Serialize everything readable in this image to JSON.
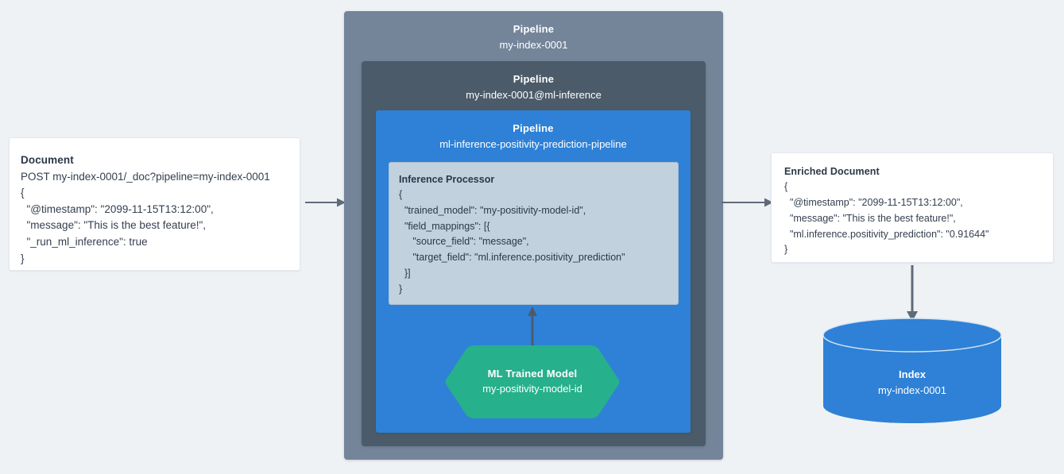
{
  "canvas": {
    "background": "#eff2f5",
    "arrow_color": "#5f6b7a"
  },
  "source_document": {
    "title": "Document",
    "lines": [
      "POST my-index-0001/_doc?pipeline=my-index-0001",
      "{",
      "  \"@timestamp\": \"2099-11-15T13:12:00\",",
      "  \"message\": \"This is the best feature!\",",
      "  \"_run_ml_inference\": true",
      "}"
    ]
  },
  "enriched_document": {
    "title": "Enriched Document",
    "lines": [
      "{",
      "  \"@timestamp\": \"2099-11-15T13:12:00\",",
      "  \"message\": \"This is the best feature!\",",
      "  \"ml.inference.positivity_prediction\": \"0.91644\"",
      "}"
    ]
  },
  "pipelines": {
    "outer": {
      "label": "Pipeline",
      "name": "my-index-0001",
      "color": "#74859a"
    },
    "middle": {
      "label": "Pipeline",
      "name": "my-index-0001@ml-inference",
      "color": "#4c5b69"
    },
    "inner": {
      "label": "Pipeline",
      "name": "ml-inference-positivity-prediction-pipeline",
      "color": "#2e81d6"
    }
  },
  "processor": {
    "title": "Inference Processor",
    "color": "#c2d1de",
    "lines": [
      "{",
      "  \"trained_model\": \"my-positivity-model-id\",",
      "  \"field_mappings\": [{",
      "     \"source_field\": \"message\",",
      "     \"target_field\": \"ml.inference.positivity_prediction\"",
      "  }]",
      "}"
    ]
  },
  "trained_model": {
    "label": "ML Trained Model",
    "name": "my-positivity-model-id",
    "color": "#26b08c"
  },
  "index": {
    "label": "Index",
    "name": "my-index-0001",
    "color": "#2e81d6"
  }
}
